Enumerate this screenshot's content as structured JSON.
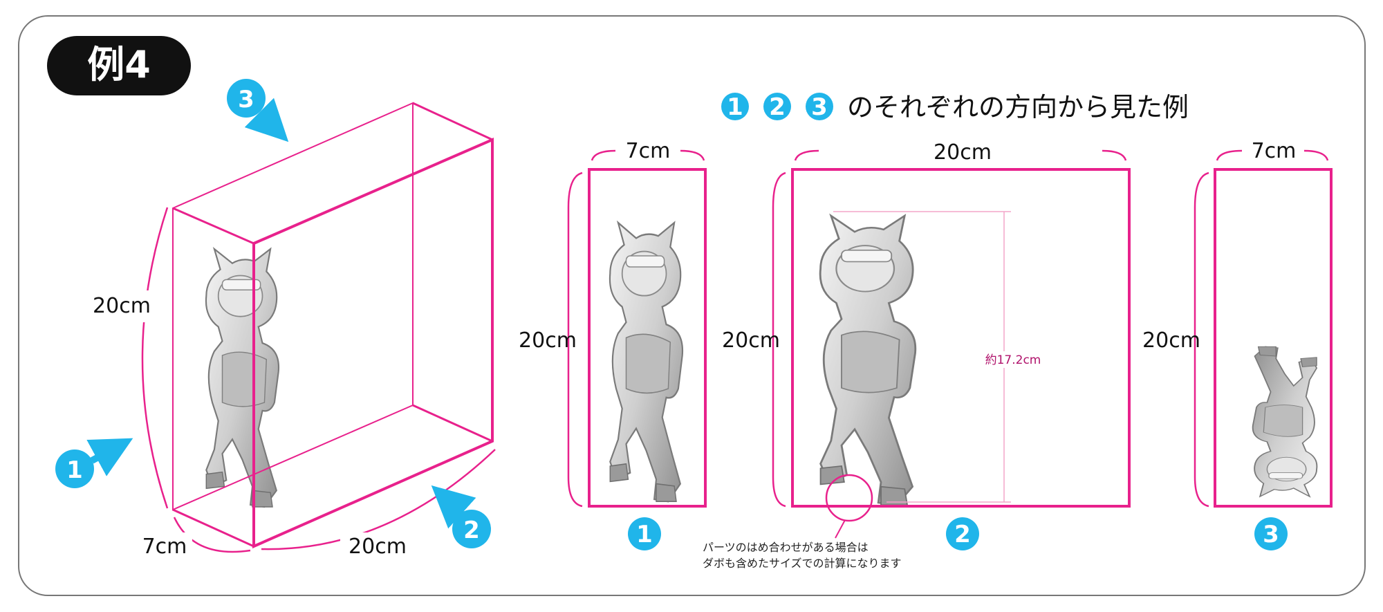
{
  "badge": {
    "label": "例4"
  },
  "heading": {
    "markers": [
      "1",
      "2",
      "3"
    ],
    "text": "のそれぞれの方向から見た例"
  },
  "box3d": {
    "height_label": "20cm",
    "depth_label": "7cm",
    "width_label": "20cm",
    "markers": [
      "1",
      "2",
      "3"
    ]
  },
  "views": [
    {
      "marker": "1",
      "top_label": "7cm",
      "side_label": "20cm"
    },
    {
      "marker": "2",
      "top_label": "20cm",
      "side_label": "20cm",
      "inner_label": "約17.2cm"
    },
    {
      "marker": "3",
      "top_label": "7cm",
      "side_label": "20cm"
    }
  ],
  "note": {
    "lines": [
      "パーツのはめ合わせがある場合は",
      "ダボも含めたサイズでの計算になります"
    ]
  },
  "colors": {
    "frame": "#e8218c",
    "marker": "#20b5ea",
    "badge": "#111111",
    "border": "#777777",
    "figure": "#c8c8c8"
  }
}
